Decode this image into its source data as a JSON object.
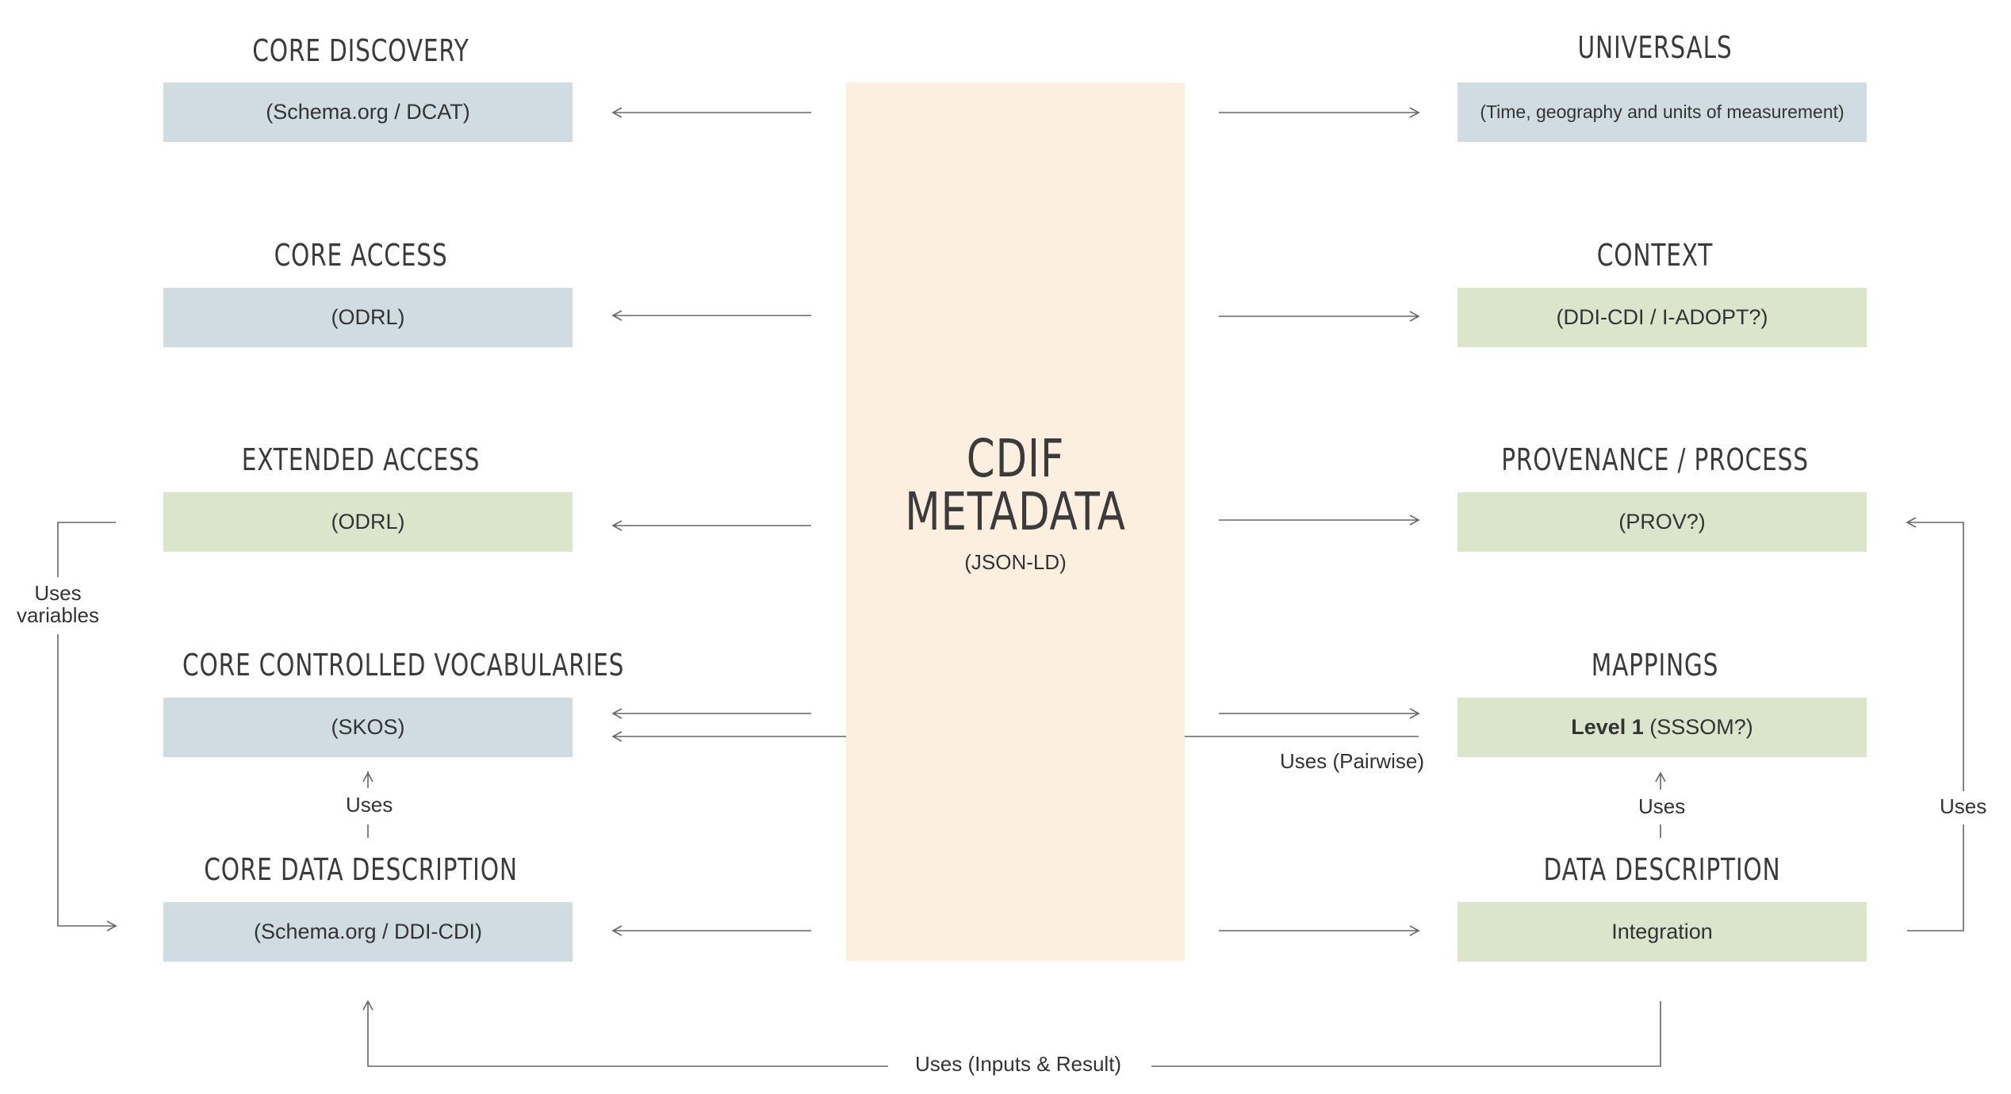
{
  "colors": {
    "core": "#d1dbe2",
    "extended": "#dbe5cc",
    "center": "#fcefdf",
    "line": "#666666"
  },
  "center": {
    "title_line1": "CDIF",
    "title_line2": "METADATA",
    "subtitle": "(JSON-LD)"
  },
  "left_modules": [
    {
      "title": "CORE DISCOVERY",
      "content": "(Schema.org / DCAT)",
      "kind": "core"
    },
    {
      "title": "CORE ACCESS",
      "content": "(ODRL)",
      "kind": "core"
    },
    {
      "title": "EXTENDED ACCESS",
      "content": "(ODRL)",
      "kind": "extended"
    },
    {
      "title": "CORE CONTROLLED VOCABULARIES",
      "content": "(SKOS)",
      "kind": "core"
    },
    {
      "title": "CORE DATA DESCRIPTION",
      "content": "(Schema.org / DDI-CDI)",
      "kind": "core"
    }
  ],
  "right_modules": [
    {
      "title": "UNIVERSALS",
      "content": "(Time, geography and units of measurement)",
      "kind": "core"
    },
    {
      "title": "CONTEXT",
      "content": "(DDI-CDI / I-ADOPT?)",
      "kind": "extended"
    },
    {
      "title": "PROVENANCE / PROCESS",
      "content": "(PROV?)",
      "kind": "extended"
    },
    {
      "title": "MAPPINGS",
      "content_bold": "Level 1",
      "content": " (SSSOM?)",
      "kind": "extended"
    },
    {
      "title": "DATA DESCRIPTION",
      "content": "Integration",
      "kind": "extended"
    }
  ],
  "relations": {
    "uses_variables_line1": "Uses",
    "uses_variables_line2": "variables",
    "uses_left": "Uses",
    "uses_right": "Uses",
    "uses_far_right": "Uses",
    "uses_pairwise": "Uses (Pairwise)",
    "uses_inputs_result": "Uses (Inputs & Result)"
  }
}
